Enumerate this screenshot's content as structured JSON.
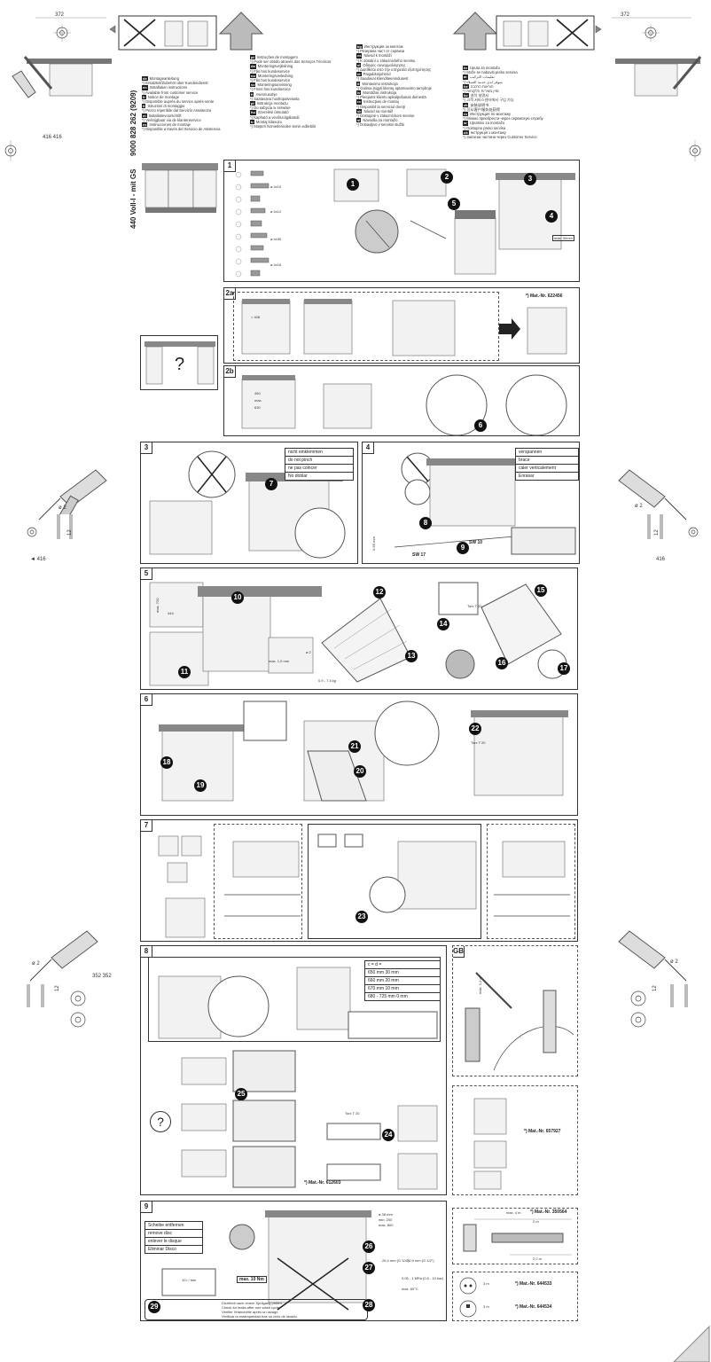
{
  "top": {
    "dim_left": "372",
    "dim_right": "372",
    "dim_side_left": "416 416",
    "dim_side_right": "416"
  },
  "header": {
    "model": "440 Voll-I - mit GS",
    "code": "9000 828 262",
    "date": "(9209)"
  },
  "languages": {
    "col1": [
      {
        "code": "de",
        "text": "Montageanleitung"
      },
      {
        "code": "",
        "text": "*) Ersatzteil/Zubehör über Kundendienst"
      },
      {
        "code": "en",
        "text": "Installation instructions"
      },
      {
        "code": "",
        "text": "*) Available from customer service"
      },
      {
        "code": "fr",
        "text": "Notice de montage"
      },
      {
        "code": "",
        "text": "*) Disponible auprès du service après-vente"
      },
      {
        "code": "it",
        "text": "Istruzioni di montaggio"
      },
      {
        "code": "",
        "text": "*) Pezzo reperibile dal Servizio Assistenza"
      },
      {
        "code": "nl",
        "text": "Installatievoorschrift"
      },
      {
        "code": "",
        "text": "*) Verkrijgbaar via de klantenservice"
      },
      {
        "code": "es",
        "text": "Instrucciones de montaje"
      },
      {
        "code": "",
        "text": "*) Disponible a través del Servicio de Asistencia"
      }
    ],
    "col2": [
      {
        "code": "pt",
        "text": "Instruções de montagem"
      },
      {
        "code": "",
        "text": "*) Pode ser obtido através dos Serviços Técnicos"
      },
      {
        "code": "da",
        "text": "Monteringsvejledning"
      },
      {
        "code": "",
        "text": "*) Fås hos kundeservice"
      },
      {
        "code": "no",
        "text": "Monteringsveiledning"
      },
      {
        "code": "",
        "text": "*) Fås hos kundeservice"
      },
      {
        "code": "sv",
        "text": "Monteringsanvisning"
      },
      {
        "code": "",
        "text": "*) Finns hos kundservice"
      },
      {
        "code": "fi",
        "text": "Asennusohje"
      },
      {
        "code": "",
        "text": "*) Saatavana huoltopalvelusta"
      },
      {
        "code": "pl",
        "text": "Instrukcja montażu"
      },
      {
        "code": "",
        "text": "*) Do nabycia w serwisie"
      },
      {
        "code": "hu",
        "text": "Szerelési útmutató"
      },
      {
        "code": "",
        "text": "*) Kapható a vevőszolgálatnál"
      },
      {
        "code": "tr",
        "text": "Montaj kılavuzu"
      },
      {
        "code": "",
        "text": "*) Müşteri hizmetlerinden temin edilebilir"
      }
    ],
    "col3": [
      {
        "code": "bg",
        "text": "Инструкция за монтаж"
      },
      {
        "code": "",
        "text": "*) Резервна част от сервиза"
      },
      {
        "code": "cs",
        "text": "Návod k montáži"
      },
      {
        "code": "",
        "text": "*) K dostání u zákaznického servisu"
      },
      {
        "code": "el",
        "text": "Οδηγίες συναρμολόγησης"
      },
      {
        "code": "",
        "text": "*) Διατίθεται από την υπηρεσία εξυπηρέτησης"
      },
      {
        "code": "et",
        "text": "Paigaldusjuhend"
      },
      {
        "code": "",
        "text": "*) Saadaval klienditeenindusest"
      },
      {
        "code": "lt",
        "text": "Montavimo instrukcija"
      },
      {
        "code": "",
        "text": "*) Galima įsigyti klientų aptarnavimo tarnyboje"
      },
      {
        "code": "lv",
        "text": "Montāžas instrukcija"
      },
      {
        "code": "",
        "text": "*) Pieejams klientu apkalpošanas dienestā"
      },
      {
        "code": "ro",
        "text": "Instrucţiuni de montaj"
      },
      {
        "code": "",
        "text": "*) Disponibil la serviciul clienţi"
      },
      {
        "code": "sk",
        "text": "Návod na montáž"
      },
      {
        "code": "",
        "text": "*) Dostupné v zákazníckom servise"
      },
      {
        "code": "sl",
        "text": "Navodila za montažo"
      },
      {
        "code": "",
        "text": "*) Dobavljivo v servisni službi"
      }
    ],
    "col4": [
      {
        "code": "hr",
        "text": "Uputa za montažu"
      },
      {
        "code": "",
        "text": "*) Može se nabaviti preko servisa"
      },
      {
        "code": "ar",
        "text": "تعليمات التركيب"
      },
      {
        "code": "",
        "text": "*) متوفر لدى خدمة العملاء"
      },
      {
        "code": "he",
        "text": "הוראות הרכבה"
      },
      {
        "code": "",
        "text": "*) זמין בשירות הלקוחות"
      },
      {
        "code": "ko",
        "text": "설치 설명서"
      },
      {
        "code": "",
        "text": "*) 고객 서비스센터에서 구입 가능"
      },
      {
        "code": "zh",
        "text": "安装说明书"
      },
      {
        "code": "",
        "text": "*) 可从客户服务处获得"
      },
      {
        "code": "ru",
        "text": "Инструкция по монтажу"
      },
      {
        "code": "",
        "text": "*) Можно приобрести через сервисную службу"
      },
      {
        "code": "sr",
        "text": "Uputstvo za montažu"
      },
      {
        "code": "",
        "text": "*) Dostupno preko servisa"
      },
      {
        "code": "uk",
        "text": "Інструкція з монтажу"
      },
      {
        "code": "",
        "text": "*) Запасна частина через Customer Service"
      }
    ]
  },
  "step1": {
    "label": "1",
    "dims": [
      "ø 4x10",
      "ø 4x12",
      "ø 4x30",
      "ø 4x16"
    ],
    "dim2": "max. 30mm"
  },
  "step2a": {
    "label": "2a",
    "dim": "> 408",
    "mat": "*) Mat.-Nr. 622456"
  },
  "step2b": {
    "label": "2b",
    "dims": [
      "450",
      "max.",
      "630"
    ]
  },
  "step3": {
    "label": "3",
    "legend": [
      "nicht einklemmen",
      "do not pinch",
      "ne pas coincer",
      "No doblar"
    ]
  },
  "step4": {
    "label": "4",
    "legend": [
      "verspannen",
      "brace",
      "caler verticalement",
      "Enrasar"
    ],
    "sw1": "SW 17",
    "sw2": "SW 10",
    "dim": "0-60 mm"
  },
  "step5": {
    "label": "5",
    "dims": [
      "max. 720",
      "444",
      "ø 2",
      "max. 1,0 mm",
      "Torx T 20"
    ],
    "weight": "0,9 - 7,5 kg"
  },
  "step6": {
    "label": "6",
    "torx": "Torx T 20"
  },
  "step7": {
    "label": "7"
  },
  "step8": {
    "label": "8",
    "formula": "c = d =",
    "rows": [
      "650 mm 30 mm",
      "660 mm 20 mm",
      "670 mm 10 mm",
      "680 - 725 mm 0 mm"
    ],
    "torx": "Torx T 20",
    "mat": "*) Mat.-Nr. 612603"
  },
  "stepGB": {
    "label": "GB",
    "dim": "max. 1,1 m",
    "mat": "*) Mat.-Nr. 657927"
  },
  "step9": {
    "label": "9",
    "legend": [
      "Scheibe entfernen",
      "remove disc",
      "enlever le disque",
      "Eliminar Disco"
    ],
    "maxlabel": "max. 10 Nm",
    "sizes": [
      "ø 38 mm",
      "min. 200",
      "max. 800"
    ],
    "pipe": [
      "26,4 mm (G 3/4\")",
      "20,9 mm (G 1/2\")",
      "0,05 - 1 MPa (0,5 - 10 bar)",
      "max. 60°C"
    ],
    "flow": "10 l / min",
    "check": [
      "Dichtheit nach einem Spülgang prüfen.",
      "Check for leaks after one wash cycle.",
      "Vérifier l'étanchéité après un lavage.",
      "Verificar la estanqueidad tras un ciclo de lavado."
    ]
  },
  "hose": {
    "max": "max. 4 m",
    "a": "2 m",
    "b": "2,2 m",
    "mat1": "*) Mat.-Nr. 350564",
    "mat2": "*) Mat.-Nr. 644533",
    "mat3": "*) Mat.-Nr. 644534",
    "l1": "3 m",
    "l2": "3 m"
  },
  "side": {
    "d2": "ø 2",
    "d12": "12",
    "mid": "352 352"
  },
  "steps_nums": [
    "1",
    "2",
    "3",
    "4",
    "5",
    "6",
    "7",
    "8",
    "9",
    "10",
    "11",
    "12",
    "13",
    "14",
    "15",
    "16",
    "17",
    "18",
    "19",
    "20",
    "21",
    "22",
    "23",
    "24",
    "25",
    "26",
    "27",
    "28",
    "29"
  ]
}
